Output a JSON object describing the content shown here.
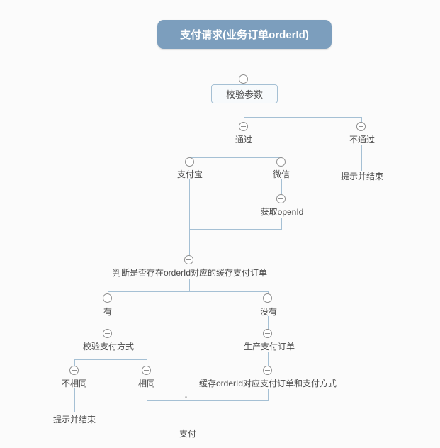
{
  "diagram": {
    "root": {
      "label": "支付请求(业务订单orderId)"
    },
    "nodes": {
      "validate_params": "校验参数",
      "pass": "通过",
      "fail": "不通过",
      "fail_end": "提示并结束",
      "alipay": "支付宝",
      "wechat": "微信",
      "get_openid": "获取openId",
      "check_cached_order": "判断是否存在orderId对应的缓存支付订单",
      "has": "有",
      "has_not": "没有",
      "verify_pay_method": "校验支付方式",
      "not_same": "不相同",
      "same": "相同",
      "not_same_end": "提示并结束",
      "create_pay_order": "生产支付订单",
      "cache_order": "缓存orderId对应支付订单和支付方式",
      "pay": "支付"
    },
    "icons": {
      "collapse": "minus-circle-icon"
    },
    "colors": {
      "root_fill": "#7c9ebd",
      "root_text": "#ffffff",
      "line": "#a5c0d4",
      "icon": "#8f8f8f",
      "text": "#4a4a4a",
      "canvas_bg": "#fbfbfb"
    }
  }
}
